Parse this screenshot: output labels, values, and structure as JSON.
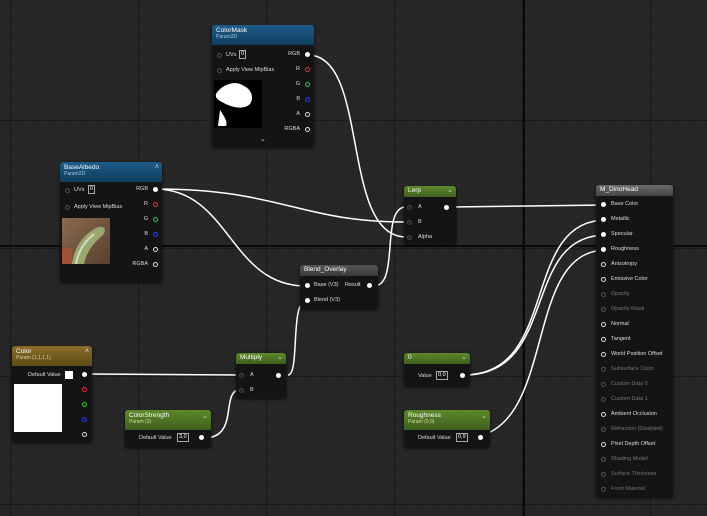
{
  "nodes": {
    "colormask": {
      "title": "ColorMask",
      "sub": "Param2D",
      "uvs": "UVs",
      "uvs_val": "0",
      "mip": "Apply View MipBias",
      "out": [
        "RGB",
        "R",
        "G",
        "B",
        "A",
        "RGBA"
      ]
    },
    "basealbedo": {
      "title": "BaseAlbedo",
      "sub": "Param2D",
      "uvs": "UVs",
      "uvs_val": "0",
      "mip": "Apply View MipBias",
      "out": [
        "RGB",
        "R",
        "G",
        "B",
        "A",
        "RGBA"
      ]
    },
    "lerp": {
      "title": "Lerp",
      "inputs": [
        "A",
        "B",
        "Alpha"
      ]
    },
    "blend": {
      "title": "Blend_Overlay",
      "in1": "Base (V3)",
      "out": "Result",
      "in2": "Blend (V3)"
    },
    "color": {
      "title": "Color",
      "sub": "Param (1,1,1,1)",
      "default_label": "Default Value"
    },
    "multiply": {
      "title": "Multiply",
      "inputs": [
        "A",
        "B"
      ]
    },
    "colorstrength": {
      "title": "ColorStrength",
      "sub": "Param (3)",
      "default_label": "Default Value",
      "value": "3,0"
    },
    "zero": {
      "title": "0",
      "value_label": "Value",
      "value": "0,0"
    },
    "roughness": {
      "title": "Roughness",
      "sub": "Param (0,9)",
      "default_label": "Default Value",
      "value": "0,9"
    },
    "material": {
      "title": "M_DinoHead",
      "pins": [
        {
          "label": "Base Color",
          "active": true
        },
        {
          "label": "Metallic",
          "active": true
        },
        {
          "label": "Specular",
          "active": true
        },
        {
          "label": "Roughness",
          "active": true
        },
        {
          "label": "Anisotropy",
          "active": true
        },
        {
          "label": "Emissive Color",
          "active": true
        },
        {
          "label": "Opacity",
          "active": false
        },
        {
          "label": "Opacity Mask",
          "active": false
        },
        {
          "label": "Normal",
          "active": true
        },
        {
          "label": "Tangent",
          "active": true
        },
        {
          "label": "World Position Offset",
          "active": true
        },
        {
          "label": "Subsurface Color",
          "active": false
        },
        {
          "label": "Custom Data 0",
          "active": false
        },
        {
          "label": "Custom Data 1",
          "active": false
        },
        {
          "label": "Ambient Occlusion",
          "active": true
        },
        {
          "label": "Refraction (Disabled)",
          "active": false
        },
        {
          "label": "Pixel Depth Offset",
          "active": true
        },
        {
          "label": "Shading Model",
          "active": false
        },
        {
          "label": "Surface Thickness",
          "active": false
        },
        {
          "label": "Front Material",
          "active": false
        }
      ]
    }
  },
  "colors": {
    "canvas": "#262626",
    "wire": "#ffffff",
    "texture_header": "#1e5c8a",
    "scalar_header": "#5e8a2c",
    "vector_header": "#8a6d2a"
  }
}
